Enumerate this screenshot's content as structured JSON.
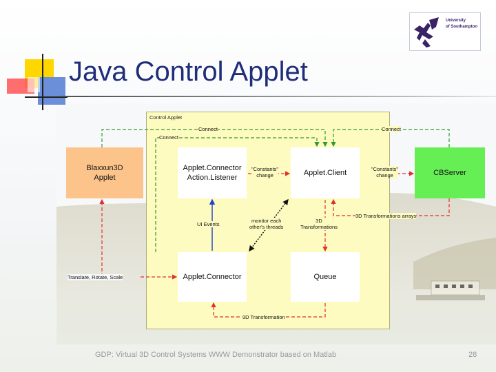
{
  "slide": {
    "title": "Java Control Applet",
    "footer": "GDP: Virtual 3D Control Systems WWW Demonstrator based on Matlab",
    "page_number": "28"
  },
  "logo": {
    "line1": "University",
    "line2": "of Southampton"
  },
  "diagram": {
    "container_label": "Control Applet",
    "nodes": {
      "blaxxun": "Blaxxun3D\nApplet",
      "connector_listener": "Applet.Connector\nAction.Listener",
      "applet_client": "Applet.Client",
      "cbserver": "CBServer",
      "applet_connector": "Applet.Connector",
      "queue": "Queue"
    },
    "labels": {
      "connect_top_left": "Connect",
      "connect_top_right": "Connect",
      "connect_inner": "Connect",
      "constants_change_left": "\"Constants\"\nchange",
      "constants_change_right": "\"Constants\"\nchange",
      "ui_events": "UI Events",
      "monitor_threads": "monitor each\nother's threads",
      "transformations_3d": "3D\nTransformations",
      "transformations_arrays": "3D Transformations arrays",
      "translate_rotate_scale": "Translate, Rotate, Scale",
      "transformation_3d": "3D Transformation"
    },
    "colors": {
      "container": "#fdfbbf",
      "blaxxun": "#fcc48a",
      "cbserver": "#66ee55",
      "green_edge": "#2e9a2e",
      "red_edge": "#e03030",
      "blue_edge": "#1f3fcc"
    }
  }
}
